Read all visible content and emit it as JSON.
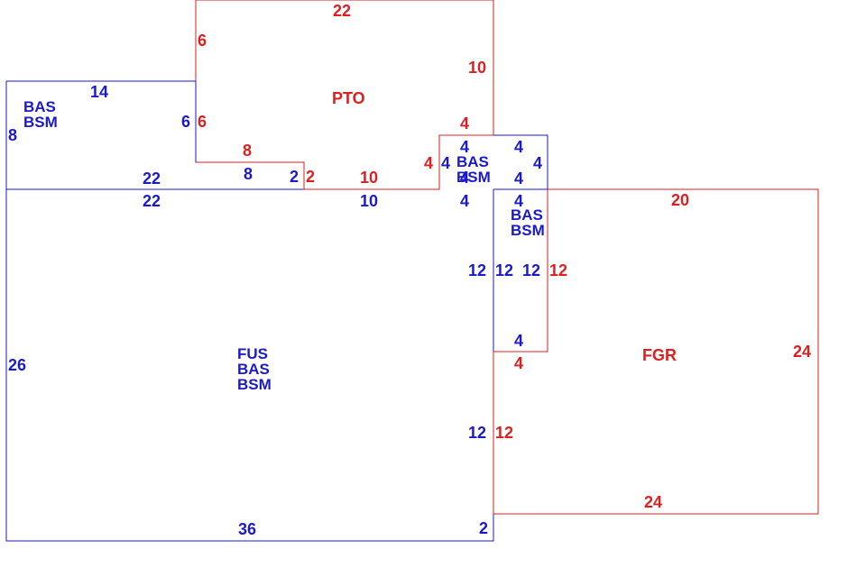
{
  "colors": {
    "main_lines": "#1a1acc",
    "garage_porch_lines": "#dd1f1f"
  },
  "areas": {
    "pto": "PTO",
    "fgr": "FGR",
    "upper_left": [
      "BAS",
      "BSM"
    ],
    "small_square": [
      "BAS",
      "BSM"
    ],
    "side_strip": [
      "BAS",
      "BSM"
    ],
    "main": [
      "FUS",
      "BAS",
      "BSM"
    ]
  },
  "dimensions": {
    "blue": [
      "14",
      "8",
      "6",
      "22",
      "22",
      "8",
      "2",
      "10",
      "4",
      "4",
      "4",
      "4",
      "4",
      "4",
      "4",
      "4",
      "12",
      "12",
      "12",
      "4",
      "12",
      "26",
      "36",
      "2"
    ],
    "red": [
      "22",
      "6",
      "10",
      "6",
      "8",
      "2",
      "10",
      "4",
      "4",
      "20",
      "12",
      "4",
      "24",
      "12",
      "24"
    ]
  }
}
